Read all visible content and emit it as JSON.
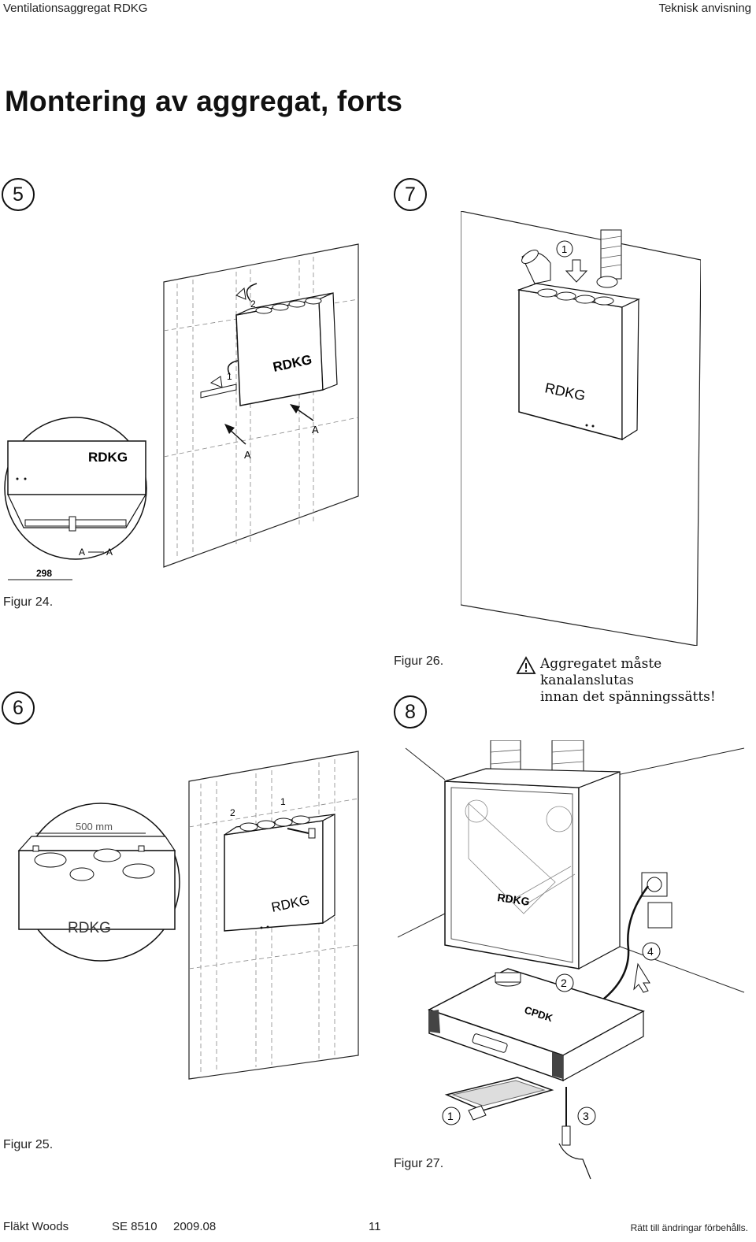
{
  "header": {
    "left": "Ventilationsaggregat RDKG",
    "right": "Teknisk anvisning"
  },
  "page_title": "Montering av aggregat, forts",
  "steps": {
    "s5": "5",
    "s6": "6",
    "s7": "7",
    "s8": "8"
  },
  "figures": {
    "fig24": {
      "caption": "Figur 24.",
      "unit_label": "RDKG",
      "zoom_unit_label": "RDKG",
      "marker_1": "1",
      "marker_2": "2",
      "label_a": "A",
      "dimension": "298"
    },
    "fig25": {
      "caption": "Figur 25.",
      "dimension": "500 mm",
      "unit_label": "RDKG",
      "zoom_unit_label": "RDKG",
      "marker_1": "1",
      "marker_2": "2"
    },
    "fig26": {
      "caption": "Figur 26.",
      "unit_label": "RDKG",
      "marker_1": "1"
    },
    "fig27": {
      "caption": "Figur 27.",
      "unit_label": "RDKG",
      "hood_label": "CPDK",
      "marker_1": "1",
      "marker_2": "2",
      "marker_3": "3",
      "marker_4": "4"
    }
  },
  "warning": {
    "icon": "warning-triangle-icon",
    "line1": "Aggregatet måste kanalanslutas",
    "line2": "innan det spänningssätts!"
  },
  "footer": {
    "company": "Fläkt Woods",
    "doc_number": "SE 8510",
    "date": "2009.08",
    "page": "11",
    "disclaimer": "Rätt till ändringar förbehålls."
  }
}
